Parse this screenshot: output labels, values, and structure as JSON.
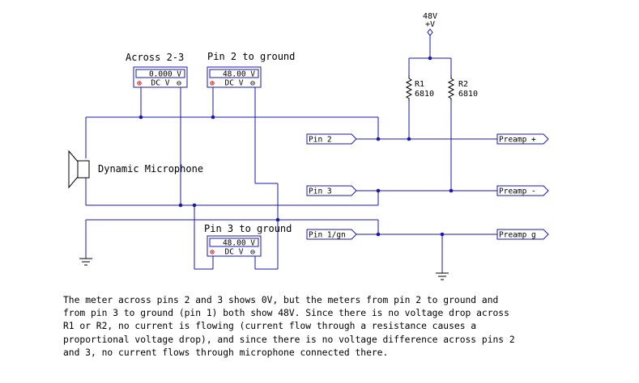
{
  "supply": {
    "voltage": "48V",
    "rail": "+V"
  },
  "resistors": [
    {
      "id": "R1",
      "value": "6810"
    },
    {
      "id": "R2",
      "value": "6810"
    }
  ],
  "meters": {
    "across23": {
      "title": "Across 2-3",
      "reading": "0.000 V",
      "mode": "DC V"
    },
    "pin2gnd": {
      "title": "Pin 2 to ground",
      "reading": "48.00 V",
      "mode": "DC V"
    },
    "pin3gnd": {
      "title": "Pin 3 to ground",
      "reading": "48.00 V",
      "mode": "DC V"
    }
  },
  "microphone": {
    "label": "Dynamic Microphone"
  },
  "connectors": {
    "pin2": "Pin 2",
    "pin3": "Pin 3",
    "pin1": "Pin 1/gn",
    "preamp_plus": "Preamp +",
    "preamp_minus": "Preamp -",
    "preamp_gnd": "Preamp g"
  },
  "caption": "The meter across pins 2 and 3 shows 0V, but the meters from pin 2 to ground and\nfrom pin 3 to ground (pin 1) both show 48V. Since there is no voltage drop across\nR1 or R2, no current is flowing (current flow through a resistance causes a\nproportional voltage drop), and since there is no voltage difference across pins 2\nand 3, no current flows through microphone connected there.",
  "colors": {
    "wire": "#1a1aa6",
    "component": "#000000",
    "background": "#ffffff"
  }
}
